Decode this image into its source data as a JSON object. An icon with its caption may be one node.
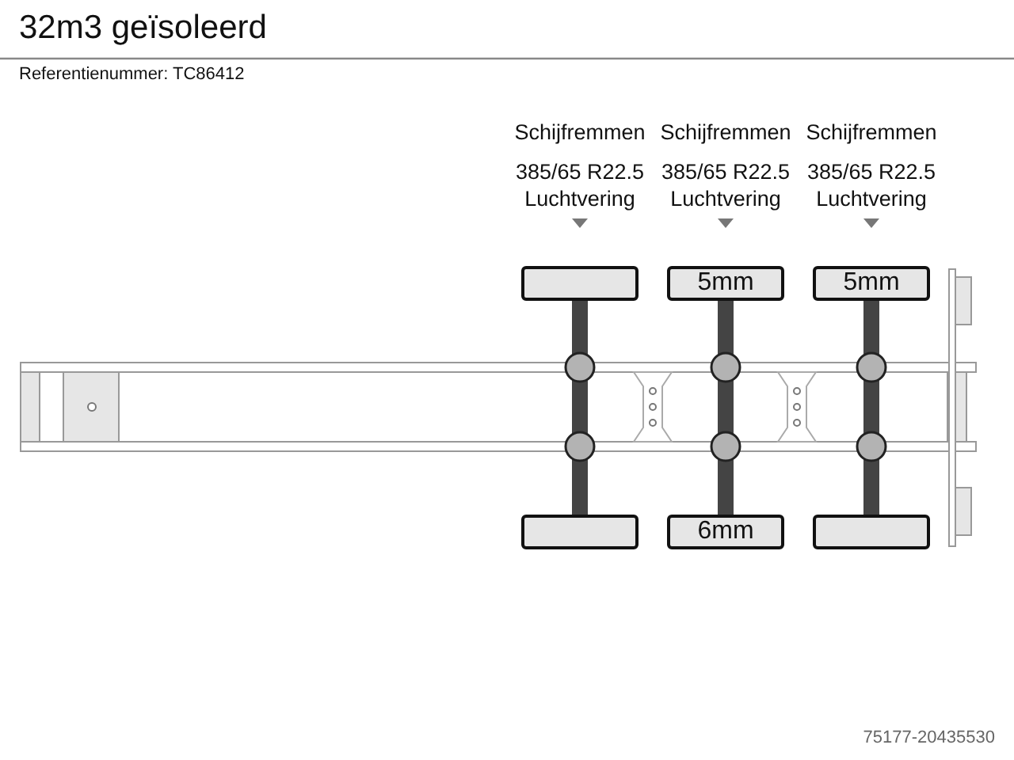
{
  "diagram": {
    "title": "32m3 geïsoleerd",
    "nodes": [
      {
        "text": [],
        "shape": "box"
      },
      {
        "text": [
          "5mm"
        ]
      },
      {
        "text": [
          "5mm"
        ]
      },
      {
        "text": [],
        "shape": "box"
      },
      {
        "text": [
          "6mm"
        ]
      },
      {
        "text": [],
        "shape": "box"
      }
    ],
    "edges": [
      {
        "from": 0,
        "to": 3,
        "arrow": "none"
      },
      {
        "from": 1,
        "to": 4,
        "arrow": "none"
      },
      {
        "from": 2,
        "to": 5,
        "arrow": "none"
      }
    ],
    "labels": [
      "Referentienummer: TC86412",
      "Schijfremmen",
      "385/65 R22.5",
      "Luchtvering",
      "Schijfremmen",
      "385/65 R22.5",
      "Luchtvering",
      "Schijfremmen",
      "385/65 R22.5",
      "Luchtvering",
      "75177-20435530"
    ]
  }
}
